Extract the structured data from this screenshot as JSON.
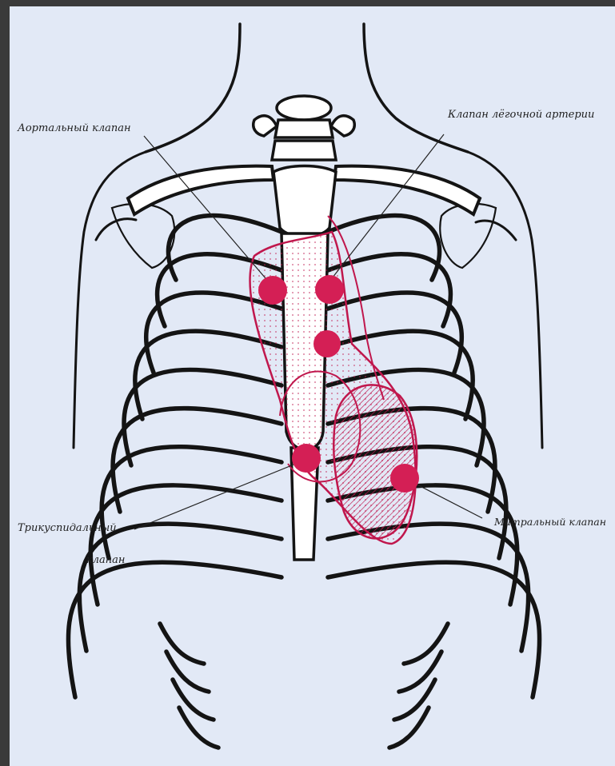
{
  "labels": {
    "aortic": "Аортальный клапан",
    "pulmonary": "Клапан лёгочной артерии",
    "tricuspid_line1": "Трикуспидальный",
    "tricuspid_line2": "клапан",
    "mitral": "Митральный клапан"
  },
  "colors": {
    "background": "#e2e9f6",
    "outer_frame": "#3a3a3a",
    "bone_ink": "#141414",
    "valve_marker": "#d41f55",
    "heart_outline": "#c0174d"
  },
  "valve_markers": [
    {
      "name": "aortic"
    },
    {
      "name": "pulmonary"
    },
    {
      "name": "erb-point"
    },
    {
      "name": "tricuspid"
    },
    {
      "name": "mitral"
    }
  ]
}
